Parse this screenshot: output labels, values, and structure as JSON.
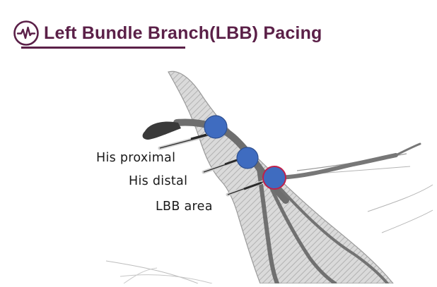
{
  "header": {
    "title": "Left Bundle Branch(LBB) Pacing",
    "icon": "heartbeat-icon",
    "accent_color": "#5b2048"
  },
  "diagram": {
    "labels": {
      "his_proximal": "His proximal",
      "his_distal": "His distal",
      "lbb_area": "LBB area"
    },
    "marker_fill_color": "#3f6cc0",
    "lbb_marker_outline_color": "#c0204a"
  }
}
